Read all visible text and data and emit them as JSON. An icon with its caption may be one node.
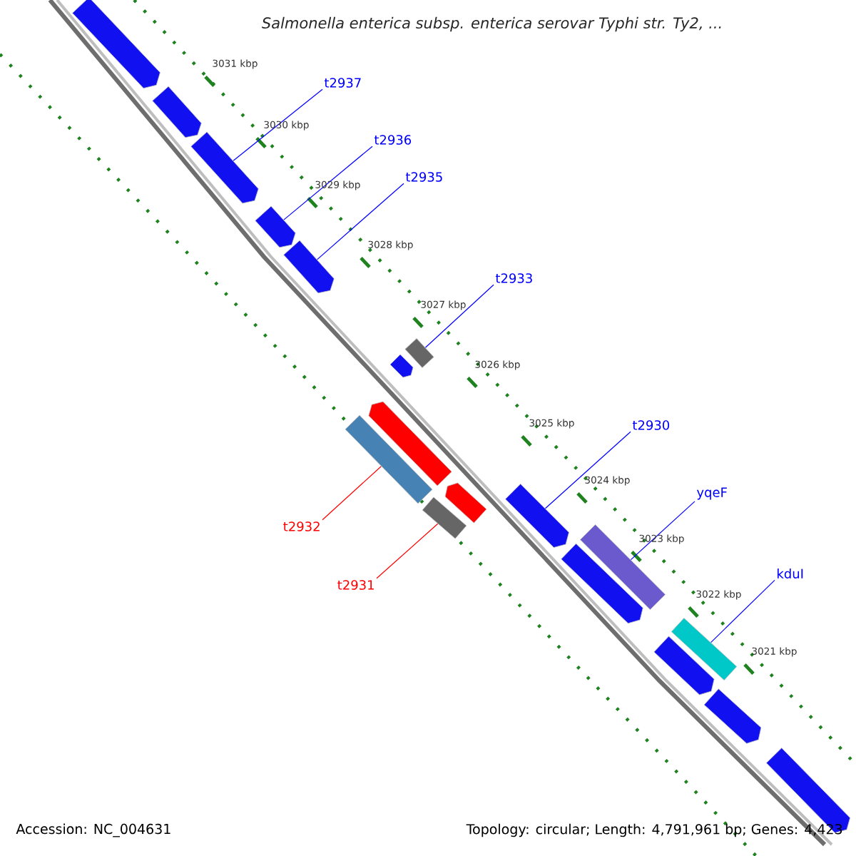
{
  "diagram": {
    "title": "Salmonella enterica subsp. enterica serovar Typhi str. Ty2, ...",
    "nodes": [
      {
        "text": [
          "t2937"
        ]
      },
      {
        "text": [
          "t2936"
        ]
      },
      {
        "text": [
          "t2935"
        ]
      },
      {
        "text": [
          "t2933"
        ]
      },
      {
        "text": [
          "t2930"
        ]
      },
      {
        "text": [
          "yqeF"
        ]
      },
      {
        "text": [
          "t2932"
        ]
      },
      {
        "text": [
          "kduI"
        ]
      },
      {
        "text": [
          "t2931"
        ]
      },
      {
        "text": [],
        "shape": "pentagon"
      },
      {
        "text": [],
        "shape": "pentagon"
      },
      {
        "text": [],
        "shape": "pentagon"
      },
      {
        "text": [],
        "shape": "pentagon"
      },
      {
        "text": [],
        "shape": "pentagon"
      },
      {
        "text": [],
        "shape": "box"
      },
      {
        "text": [],
        "shape": "pentagon"
      },
      {
        "text": [],
        "shape": "pentagon"
      },
      {
        "text": [],
        "shape": "box"
      },
      {
        "text": [],
        "shape": "pentagon"
      },
      {
        "text": [],
        "shape": "pentagon"
      },
      {
        "text": [],
        "shape": "box"
      },
      {
        "text": [],
        "shape": "box"
      },
      {
        "text": [],
        "shape": "pentagon"
      },
      {
        "text": [],
        "shape": "box"
      },
      {
        "text": [],
        "shape": "pentagon"
      },
      {
        "text": [],
        "shape": "pentagon"
      },
      {
        "text": [],
        "shape": "pentagon"
      }
    ],
    "edges": [
      {
        "from": 0,
        "to": 11,
        "arrow": "none"
      },
      {
        "from": 1,
        "to": 12,
        "arrow": "none"
      },
      {
        "from": 2,
        "to": 13,
        "arrow": "none"
      },
      {
        "from": 3,
        "to": 14,
        "arrow": "none"
      },
      {
        "from": 4,
        "to": 19,
        "arrow": "none"
      },
      {
        "from": 5,
        "to": 21,
        "arrow": "none"
      },
      {
        "from": 6,
        "to": 17,
        "arrow": "none",
        "color": "#ff0000"
      },
      {
        "from": 7,
        "to": 23,
        "arrow": "none"
      },
      {
        "from": 8,
        "to": 20,
        "arrow": "none",
        "color": "#ff0000"
      }
    ],
    "labels": [
      "3031 kbp",
      "3030 kbp",
      "3029 kbp",
      "3028 kbp",
      "3027 kbp",
      "3026 kbp",
      "3025 kbp",
      "3024 kbp",
      "3023 kbp",
      "3022 kbp",
      "3021 kbp",
      "Accession: NC_004631",
      "Topology: circular; Length: 4,791,961 bp; Genes: 4,423"
    ]
  }
}
